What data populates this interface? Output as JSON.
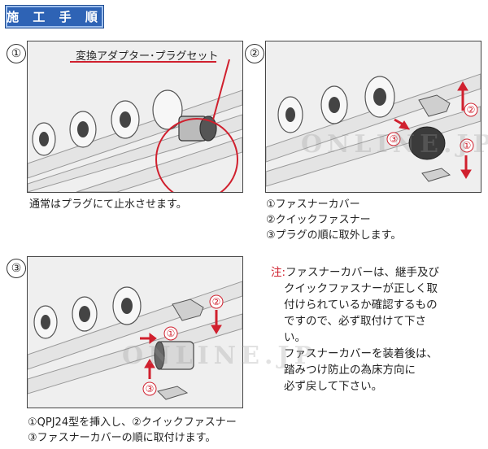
{
  "header": {
    "title": "施 工 手 順"
  },
  "steps": [
    {
      "number": "①",
      "callout_label": "変換アダプター･プラグセット",
      "caption": "通常はプラグにて止水させます。"
    },
    {
      "number": "②",
      "caption_lines": [
        "①ファスナーカバー",
        "②クイックファスナー",
        "③プラグの順に取外します。"
      ],
      "arrow_labels": [
        "①",
        "②",
        "③"
      ]
    },
    {
      "number": "③",
      "caption_lines": [
        "①QPJ24型を挿入し、②クイックファスナー",
        "③ファスナーカバーの順に取付けます。"
      ],
      "arrow_labels": [
        "①",
        "②",
        "③"
      ]
    }
  ],
  "note": {
    "mark": "注:",
    "lines": [
      "ファスナーカバーは、継手及び",
      "クイックファスナーが正しく取",
      "付けられているか確認するもの",
      "ですので、必ず取付けて下さ",
      "い。",
      "ファスナーカバーを装着後は、",
      "踏みつけ防止の為床方向に",
      "必ず戻して下さい。"
    ]
  },
  "watermark": "ONLINE.JP",
  "colors": {
    "header_bg": "#2e63b5",
    "accent_red": "#d0202e"
  }
}
